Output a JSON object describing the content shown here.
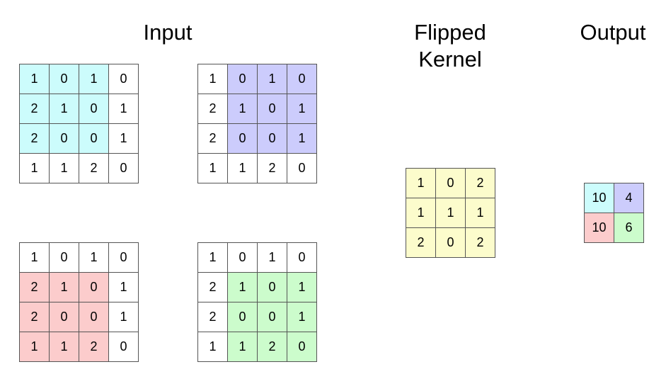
{
  "titles": {
    "input": "Input",
    "kernel_line1": "Flipped",
    "kernel_line2": "Kernel",
    "output": "Output"
  },
  "colors": {
    "cyan": "#ccfcfc",
    "purple": "#ccccfc",
    "red": "#fccccc",
    "green": "#ccfccc",
    "yellow": "#fcfccc",
    "white": "#ffffff",
    "border": "#555555"
  },
  "input_matrix": [
    [
      "1",
      "0",
      "1",
      "0"
    ],
    [
      "2",
      "1",
      "0",
      "1"
    ],
    [
      "2",
      "0",
      "0",
      "1"
    ],
    [
      "1",
      "1",
      "2",
      "0"
    ]
  ],
  "input_views": [
    {
      "name": "top-left",
      "highlight": "cyan",
      "row_start": 0,
      "col_start": 0
    },
    {
      "name": "top-right",
      "highlight": "purple",
      "row_start": 0,
      "col_start": 1
    },
    {
      "name": "bottom-left",
      "highlight": "red",
      "row_start": 1,
      "col_start": 0
    },
    {
      "name": "bottom-right",
      "highlight": "green",
      "row_start": 1,
      "col_start": 1
    }
  ],
  "kernel": [
    [
      "1",
      "0",
      "2"
    ],
    [
      "1",
      "1",
      "1"
    ],
    [
      "2",
      "0",
      "2"
    ]
  ],
  "kernel_color": "yellow",
  "output": [
    {
      "value": "10",
      "color": "cyan"
    },
    {
      "value": "4",
      "color": "purple"
    },
    {
      "value": "10",
      "color": "red"
    },
    {
      "value": "6",
      "color": "green"
    }
  ]
}
